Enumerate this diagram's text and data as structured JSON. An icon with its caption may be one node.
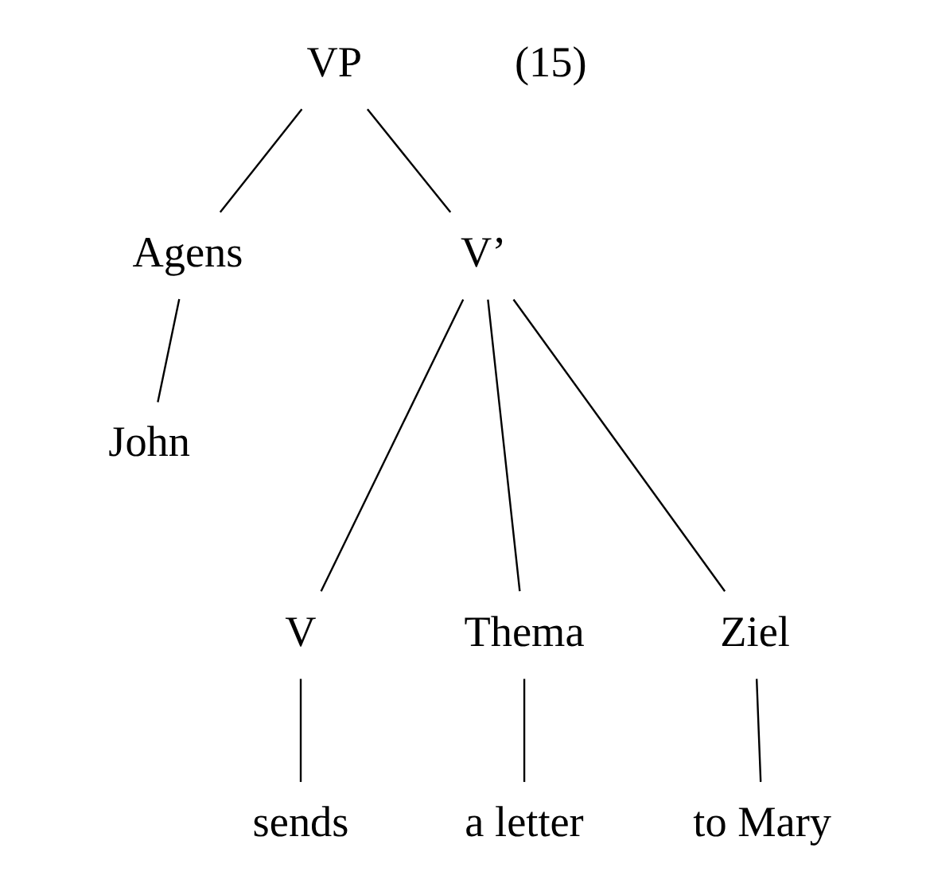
{
  "diagram": {
    "nodes": [
      {
        "text": [
          "VP"
        ]
      },
      {
        "text": [
          "Agens"
        ]
      },
      {
        "text": [
          "V’"
        ]
      },
      {
        "text": [
          "John"
        ]
      },
      {
        "text": [
          "V"
        ]
      },
      {
        "text": [
          "Thema"
        ]
      },
      {
        "text": [
          "Ziel"
        ]
      },
      {
        "text": [
          "sends"
        ]
      },
      {
        "text": [
          "a letter"
        ]
      },
      {
        "text": [
          "to Mary"
        ]
      }
    ],
    "edges": [
      {
        "from": 0,
        "to": 1,
        "arrow": "none"
      },
      {
        "from": 0,
        "to": 2,
        "arrow": "none"
      },
      {
        "from": 1,
        "to": 3,
        "arrow": "none"
      },
      {
        "from": 2,
        "to": 4,
        "arrow": "none"
      },
      {
        "from": 2,
        "to": 5,
        "arrow": "none"
      },
      {
        "from": 2,
        "to": 6,
        "arrow": "none"
      },
      {
        "from": 4,
        "to": 7,
        "arrow": "none"
      },
      {
        "from": 5,
        "to": 8,
        "arrow": "none"
      },
      {
        "from": 6,
        "to": 9,
        "arrow": "none"
      }
    ],
    "labels": [
      "(15)"
    ]
  }
}
